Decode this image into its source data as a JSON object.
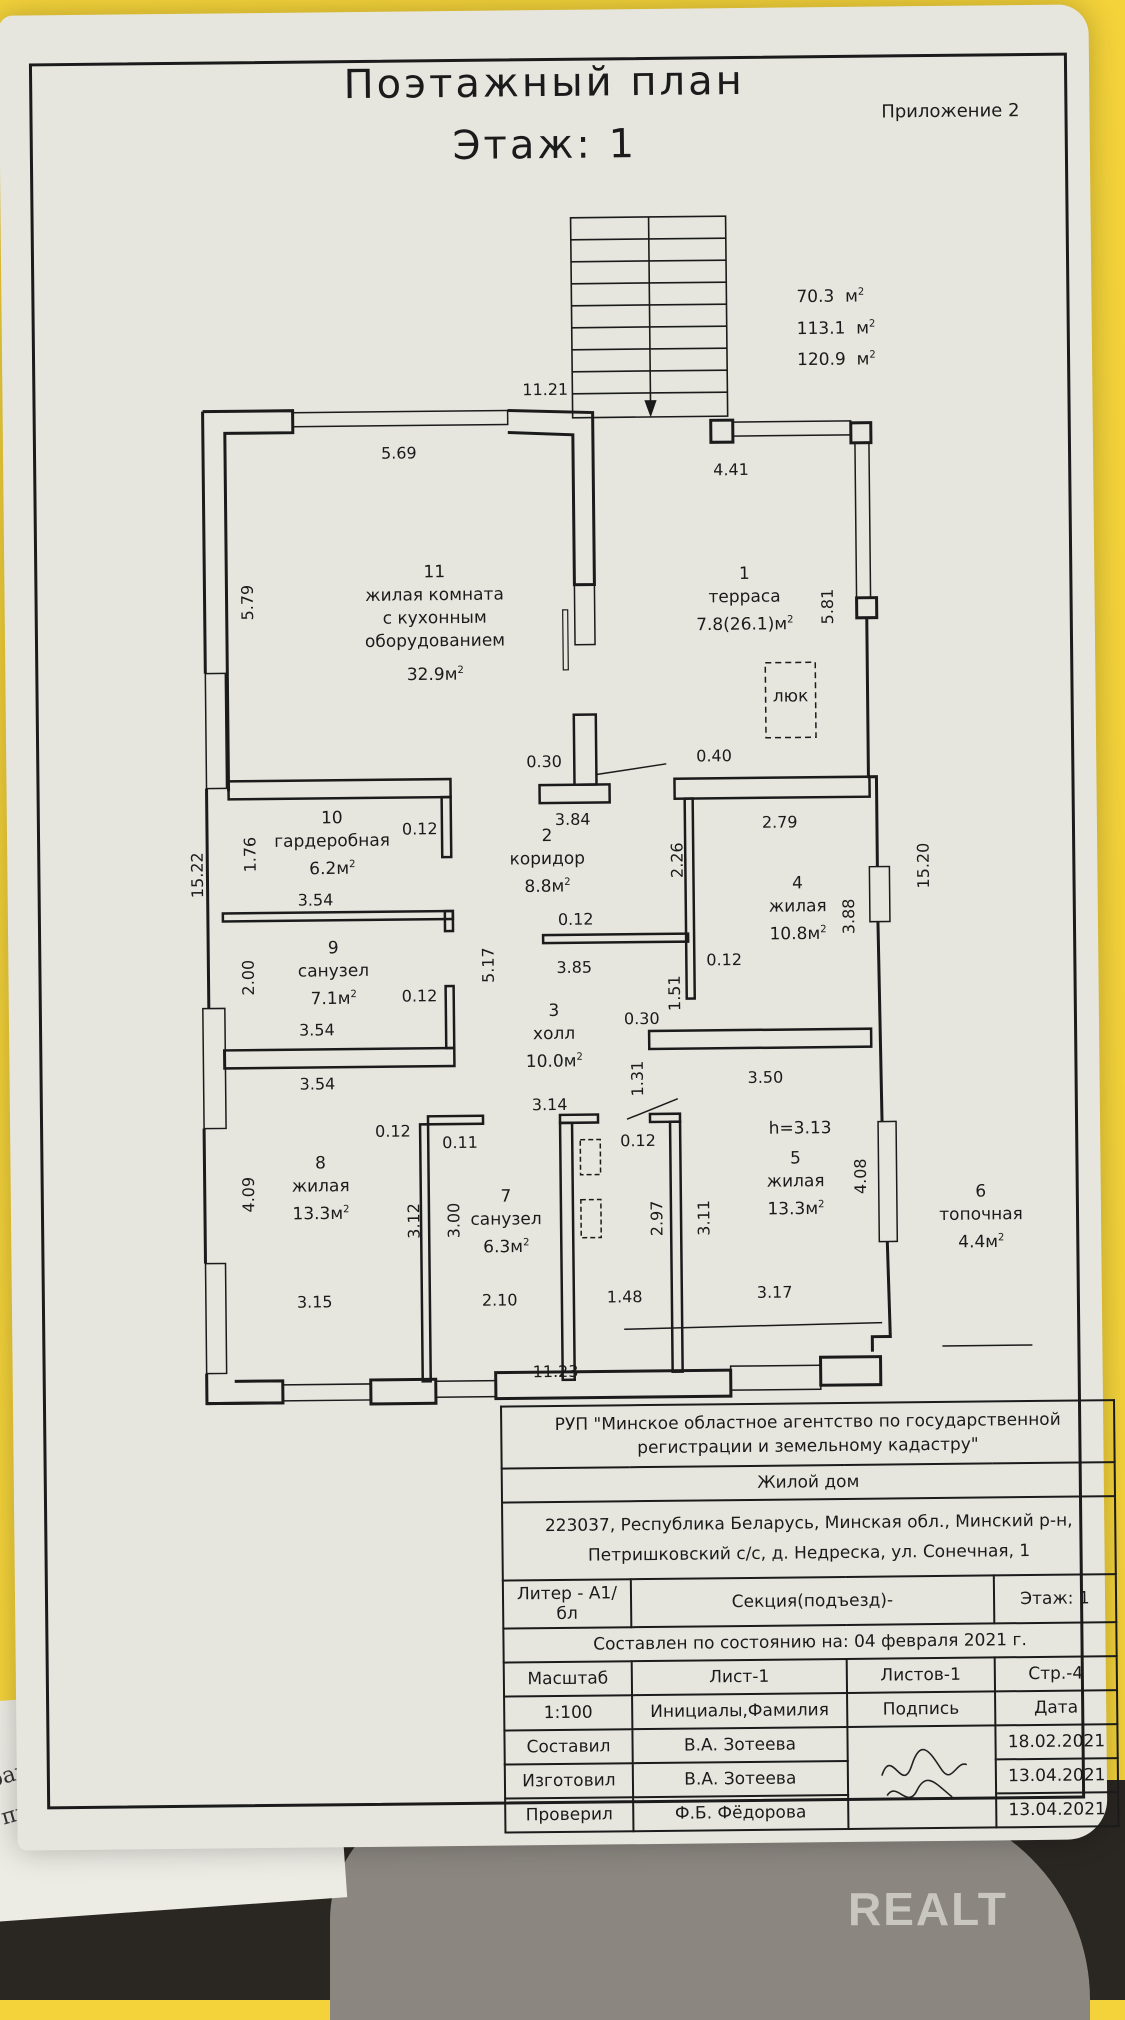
{
  "header": {
    "title": "Поэтажный план",
    "floor": "Этаж: 1",
    "appendix": "Приложение  2"
  },
  "area_summary": [
    {
      "value": "70.3",
      "unit": "м"
    },
    {
      "value": "113.1",
      "unit": "м"
    },
    {
      "value": "120.9",
      "unit": "м"
    }
  ],
  "rooms": [
    {
      "num": "1",
      "name": "терраса",
      "area": "7.8(26.1)м"
    },
    {
      "num": "2",
      "name": "коридор",
      "area": "8.8м"
    },
    {
      "num": "3",
      "name": "холл",
      "area": "10.0м"
    },
    {
      "num": "4",
      "name": "жилая",
      "area": "10.8м"
    },
    {
      "num": "5",
      "name": "жилая",
      "area": "13.3м"
    },
    {
      "num": "6",
      "name": "топочная",
      "area": "4.4м"
    },
    {
      "num": "7",
      "name": "санузел",
      "area": "6.3м"
    },
    {
      "num": "8",
      "name": "жилая",
      "area": "13.3м"
    },
    {
      "num": "9",
      "name": "санузел",
      "area": "7.1м"
    },
    {
      "num": "10",
      "name": "гардеробная",
      "area": "6.2м"
    },
    {
      "num": "11",
      "name": "жилая комната с кухонным оборудованием",
      "name_lines": [
        "жилая комната",
        "с кухонным",
        "оборудованием"
      ],
      "area": "32.9м"
    }
  ],
  "hatch_label": "люк",
  "ceiling_height": "h=3.13",
  "dimensions": {
    "d1121": "11.21",
    "d569": "5.69",
    "d441": "4.41",
    "d579": "5.79",
    "d581": "5.81",
    "d030a": "0.30",
    "d040": "0.40",
    "d384": "3.84",
    "d279": "2.79",
    "d012a": "0.12",
    "d176": "1.76",
    "d226": "2.26",
    "d1522": "15.22",
    "d1520": "15.20",
    "d354a": "3.54",
    "d012b": "0.12",
    "d385": "3.85",
    "d012c": "0.12",
    "d388": "3.88",
    "d200": "2.00",
    "d517": "5.17",
    "d012d": "0.12",
    "d151": "1.51",
    "d354b": "3.54",
    "d030b": "0.30",
    "d354c": "3.54",
    "d131": "1.31",
    "d350": "3.50",
    "d314": "3.14",
    "d012e": "0.12",
    "d011": "0.11",
    "d012f": "0.12",
    "d409": "4.09",
    "d312": "3.12",
    "d300": "3.00",
    "d297": "2.97",
    "d311": "3.11",
    "d408": "4.08",
    "d315": "3.15",
    "d210": "2.10",
    "d148": "1.48",
    "d317": "3.17",
    "d1123": "11.23"
  },
  "stamp": {
    "org": "РУП \"Минское областное агентство по государственной регистрации и земельному кадастру\"",
    "object": "Жилой дом",
    "address_line1": "223037, Республика Беларусь, Минская обл., Минский р-н,",
    "address_line2": "Петришковский с/с, д. Недреска, ул. Сонечная, 1",
    "liter": "Литер - А1/бл",
    "section": "Секция(подъезд)-",
    "floor": "Этаж: 1",
    "as_of": "Составлен по состоянию на: 04 февраля 2021 г.",
    "scale_label": "Масштаб",
    "sheet": "Лист-1",
    "sheets": "Листов-1",
    "page": "Стр.-4",
    "scale": "1:100",
    "initials_label": "Инициалы,Фамилия",
    "signature_label": "Подпись",
    "date_label": "Дата",
    "rows": [
      {
        "role": "Составил",
        "name": "В.А. Зотеева",
        "date": "18.02.2021"
      },
      {
        "role": "Изготовил",
        "name": "В.А. Зотеева",
        "date": "13.04.2021"
      },
      {
        "role": "Проверил",
        "name": "Ф.Б. Фёдорова",
        "date": "13.04.2021"
      }
    ]
  },
  "under_sheet_text": [
    "равка",
    "правляк"
  ],
  "watermark": "REALT"
}
